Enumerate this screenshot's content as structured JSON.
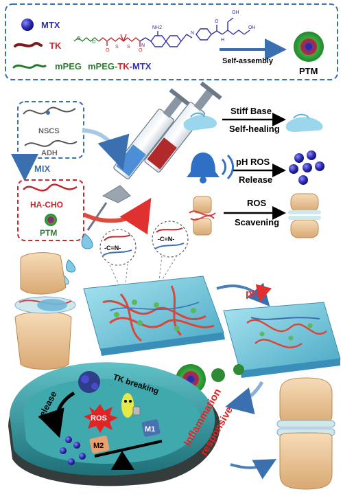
{
  "legend": {
    "mtx": "MTX",
    "tk": "TK",
    "mpeg": "mPEG"
  },
  "molecule": {
    "conjugate_label_mpeg": "mPEG-",
    "conjugate_label_tk": "TK",
    "conjugate_label_mtx": "-MTX",
    "nh2": "NH2",
    "oh": "OH",
    "h": "H",
    "n": "N",
    "o": "O",
    "s": "S"
  },
  "self_assembly": {
    "label": "Self-assembly",
    "product": "PTM"
  },
  "mixing": {
    "nscs": "NSCS",
    "adh": "ADH",
    "mix": "MIX",
    "ha_cho": "HA-CHO",
    "ptm": "PTM"
  },
  "properties": [
    {
      "top": "Stiff Base",
      "bottom": "Self-healing"
    },
    {
      "top": "pH ROS",
      "bottom": "Release"
    },
    {
      "top": "ROS",
      "bottom": "Scavening"
    }
  ],
  "bonds": {
    "imine_left": "-C=N-",
    "imine_right": "-C=N-"
  },
  "hydrogel": {
    "ph_label": "pH"
  },
  "cell": {
    "tk_breaking": "TK breaking",
    "release": "release",
    "ros": "ROS",
    "m2": "M2",
    "m1": "M1",
    "inflammation_line1": "Inflammation",
    "inflammation_line2": "responsive"
  },
  "colors": {
    "mtx_blue": "#2f2fa8",
    "tk_red": "#c0282c",
    "mpeg_green": "#2e7d32",
    "frame_blue": "#3a6fb0",
    "frame_red": "#c0282c",
    "gel_blue": "#6fc3d8",
    "cell_teal": "#2b8e95"
  }
}
